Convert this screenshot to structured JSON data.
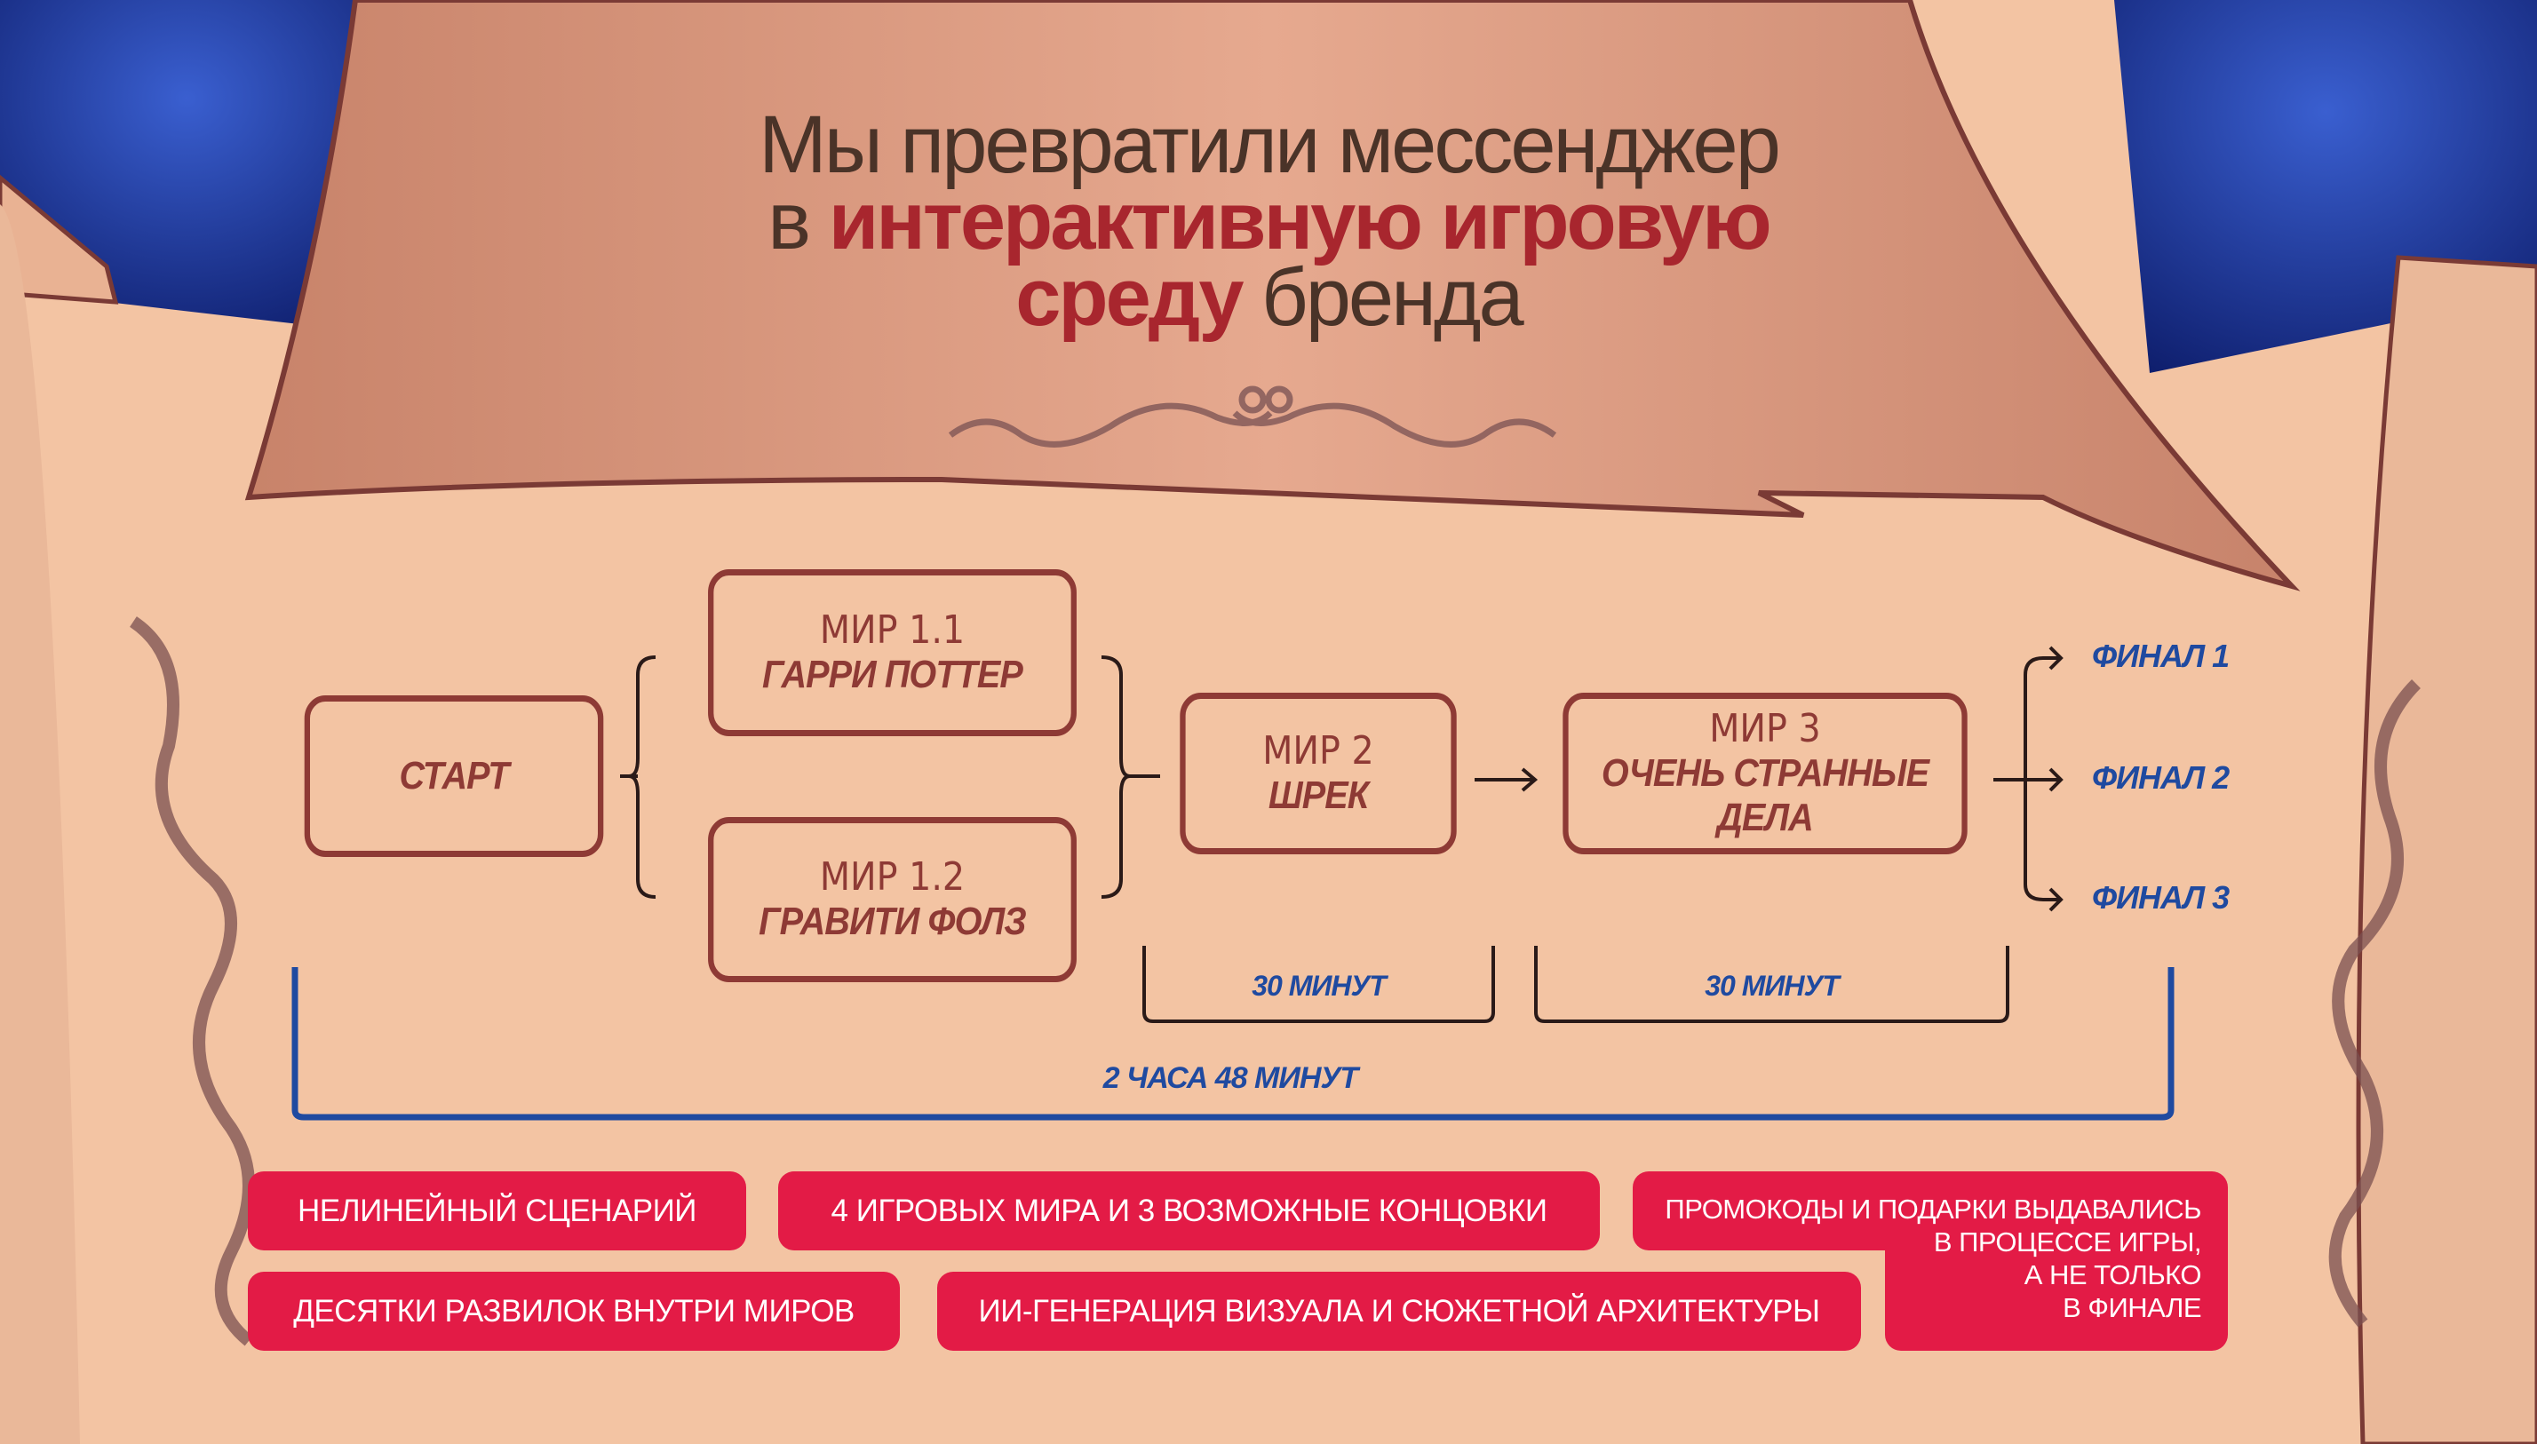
{
  "title": {
    "line1": "Мы превратили мессенджер",
    "line2_prefix": "в",
    "line2_bold": "интерактивную игровую",
    "line3_bold": "среду",
    "line3_suffix": "бренда"
  },
  "diagram": {
    "start": "СТАРТ",
    "world_1_1": {
      "title": "МИР 1.1",
      "name": "ГАРРИ ПОТТЕР"
    },
    "world_1_2": {
      "title": "МИР 1.2",
      "name": "ГРАВИТИ ФОЛЗ"
    },
    "world_2": {
      "title": "МИР 2",
      "name": "ШРЕК"
    },
    "world_3": {
      "title": "МИР 3",
      "name_line1": "ОЧЕНЬ СТРАННЫЕ",
      "name_line2": "ДЕЛА"
    },
    "finals": [
      "ФИНАЛ 1",
      "ФИНАЛ 2",
      "ФИНАЛ 3"
    ],
    "duration_world_2": "30 МИНУТ",
    "duration_world_3": "30 МИНУТ",
    "total_duration": "2 ЧАСА 48 МИНУТ"
  },
  "features": [
    "НЕЛИНЕЙНЫЙ СЦЕНАРИЙ",
    "4 ИГРОВЫХ МИРА И 3 ВОЗМОЖНЫЕ КОНЦОВКИ",
    "ДЕСЯТКИ РАЗВИЛОК ВНУТРИ МИРОВ",
    "ИИ-ГЕНЕРАЦИЯ ВИЗУАЛА И СЮЖЕТНОЙ АРХИТЕКТУРЫ"
  ],
  "promo": {
    "line1": "ПРОМОКОДЫ И ПОДАРКИ ВЫДАВАЛИСЬ",
    "line2": "В ПРОЦЕССЕ ИГРЫ,",
    "line3": "А НЕ ТОЛЬКО",
    "line4": "В ФИНАЛЕ"
  },
  "colors": {
    "accent": "#e31b46",
    "box": "#8e3a35",
    "blue": "#1f4aa0",
    "sky": "#1b2f8c",
    "parchment": "#f3c4a3"
  }
}
